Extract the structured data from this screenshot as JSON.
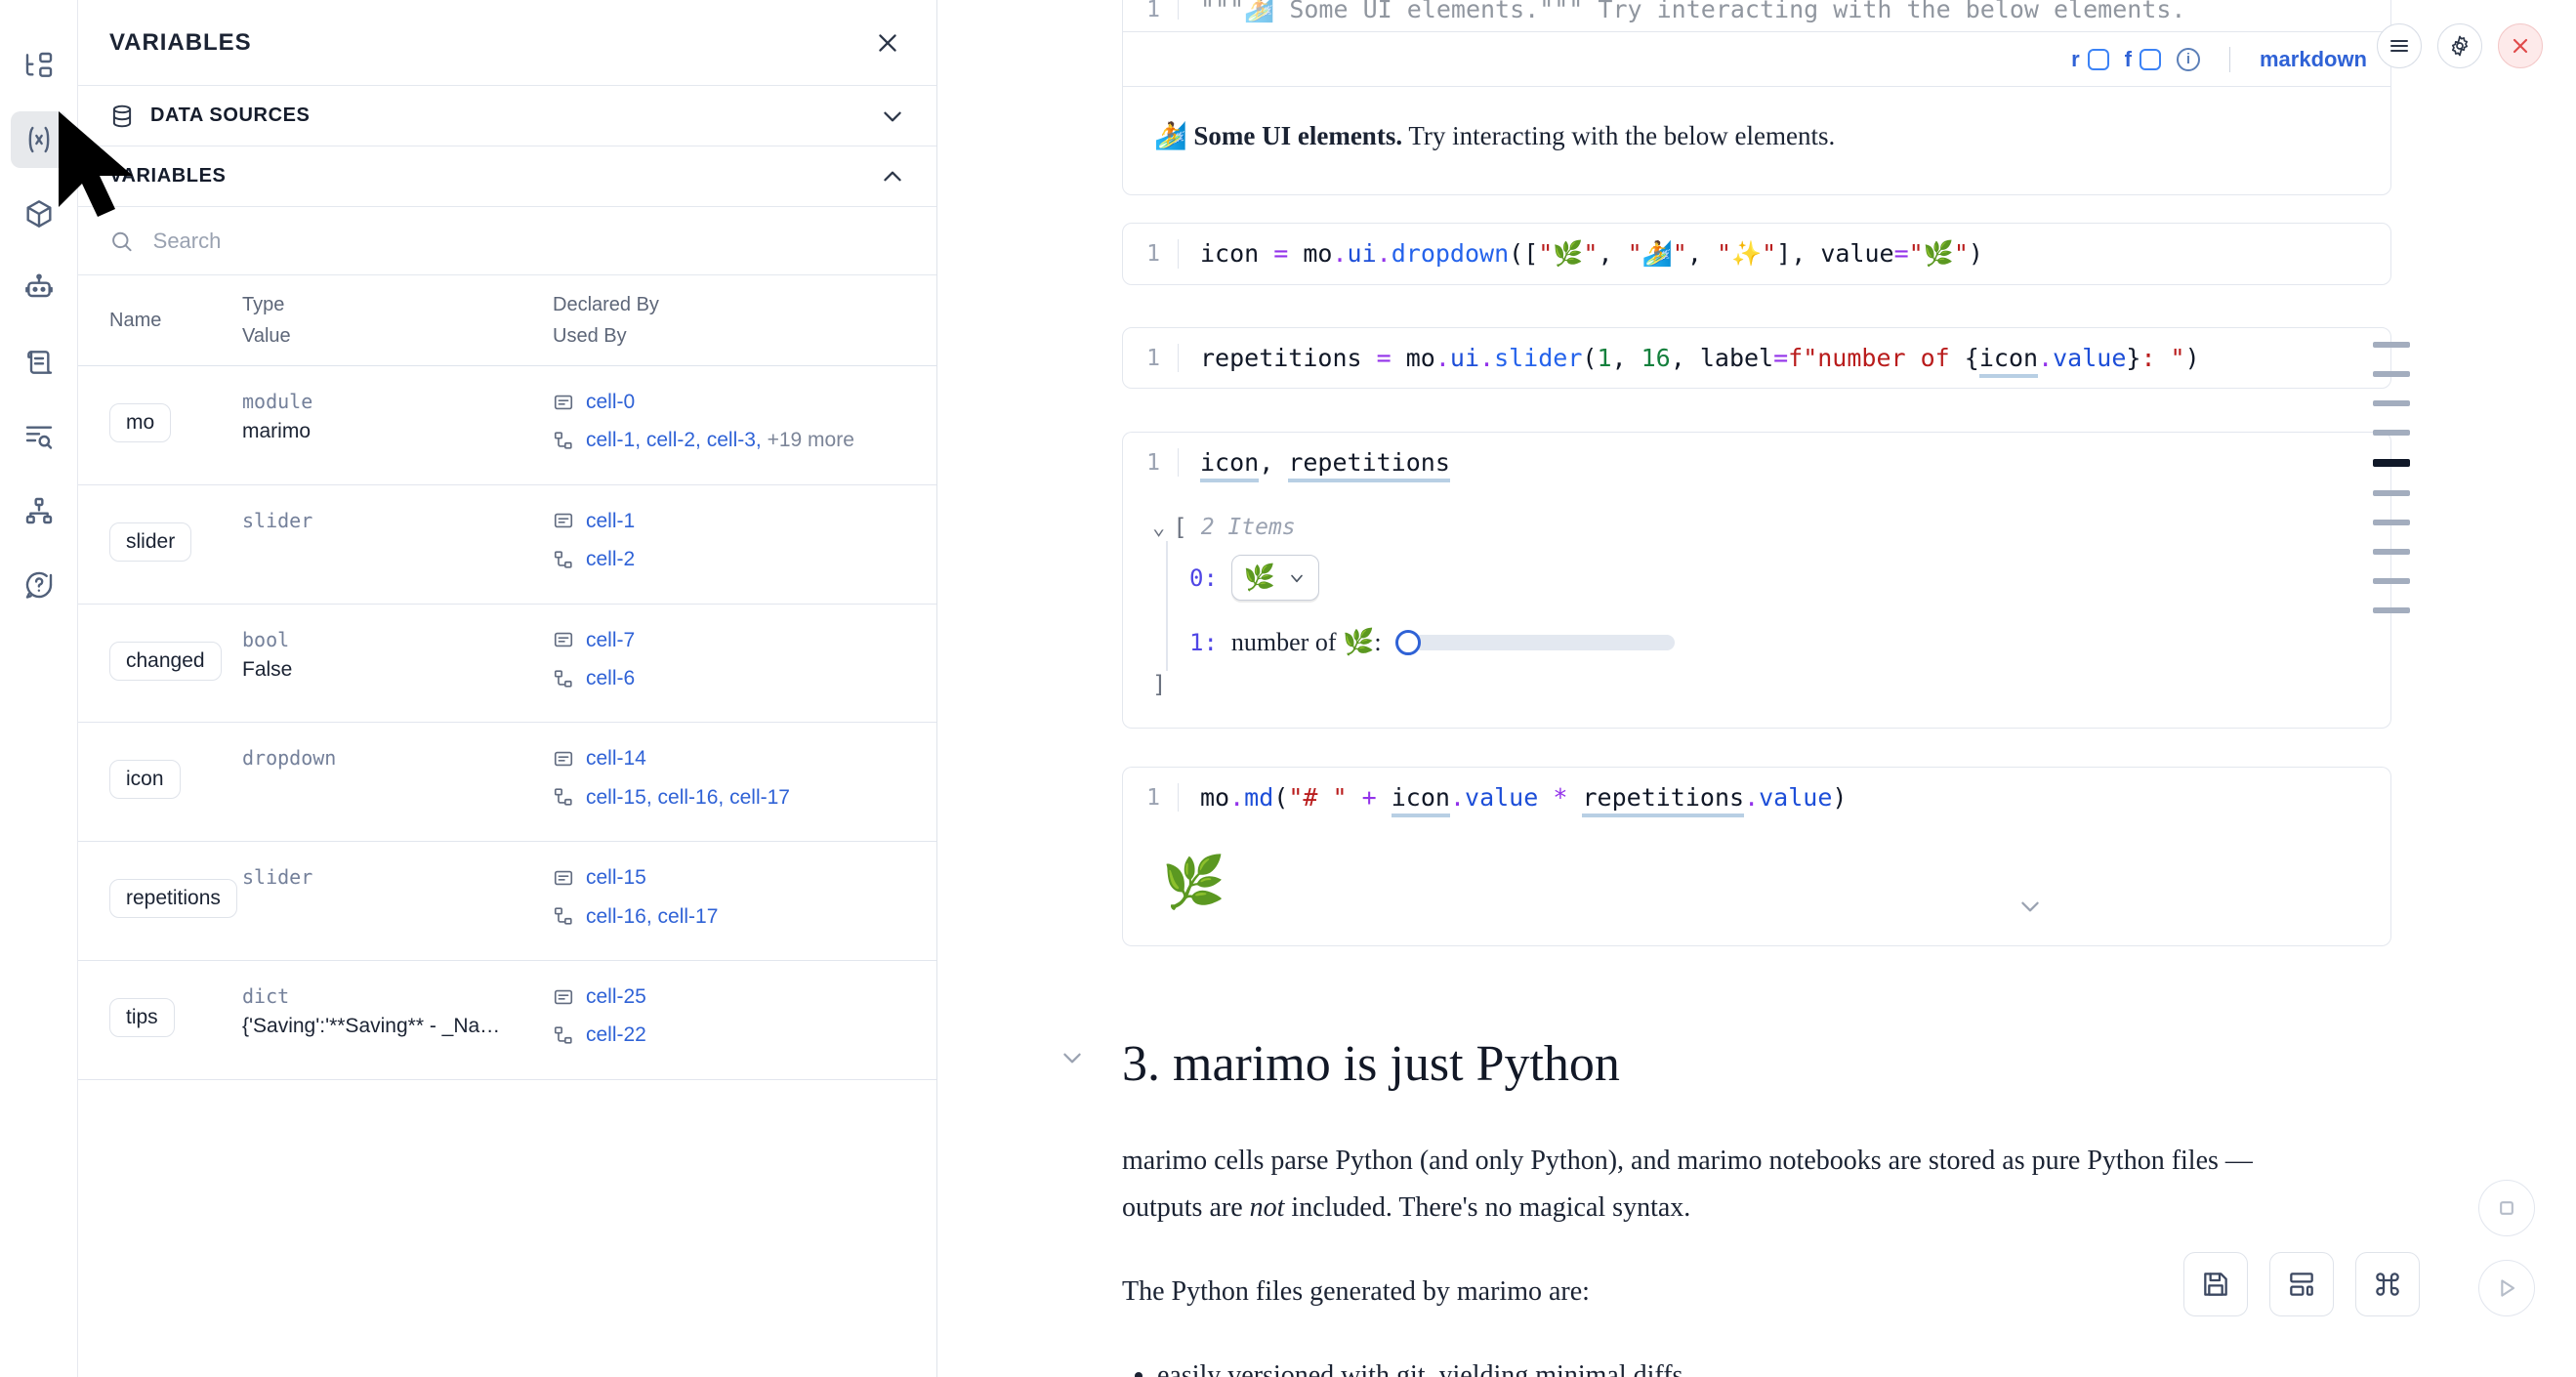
{
  "rail": {
    "items": [
      {
        "name": "file-tree-icon",
        "label": "Explorer"
      },
      {
        "name": "variables-icon",
        "label": "Variables",
        "active": true
      },
      {
        "name": "package-icon",
        "label": "Packages"
      },
      {
        "name": "robot-icon",
        "label": "Assistant"
      },
      {
        "name": "scroll-icon",
        "label": "Outline"
      },
      {
        "name": "logs-search-icon",
        "label": "Logs"
      },
      {
        "name": "dependency-graph-icon",
        "label": "Dependencies"
      },
      {
        "name": "help-icon",
        "label": "Help"
      }
    ]
  },
  "panel": {
    "title": "VARIABLES",
    "close_label": "×",
    "sections": [
      {
        "label": "DATA SOURCES",
        "expanded": false
      },
      {
        "label": "VARIABLES",
        "expanded": true
      }
    ],
    "search": {
      "value": "",
      "placeholder": "Search"
    },
    "columns": {
      "name": "Name",
      "type": "Type",
      "value": "Value",
      "declared_by": "Declared By",
      "used_by": "Used By"
    },
    "rows": [
      {
        "name": "mo",
        "type": "module",
        "value": "marimo",
        "declared_by": [
          "cell-0"
        ],
        "used_by": [
          "cell-1",
          "cell-2",
          "cell-3"
        ],
        "used_by_more": "+19 more"
      },
      {
        "name": "slider",
        "type": "slider",
        "value": "",
        "declared_by": [
          "cell-1"
        ],
        "used_by": [
          "cell-2"
        ],
        "used_by_more": ""
      },
      {
        "name": "changed",
        "type": "bool",
        "value": "False",
        "declared_by": [
          "cell-7"
        ],
        "used_by": [
          "cell-6"
        ],
        "used_by_more": ""
      },
      {
        "name": "icon",
        "type": "dropdown",
        "value": "",
        "declared_by": [
          "cell-14"
        ],
        "used_by": [
          "cell-15",
          "cell-16",
          "cell-17"
        ],
        "used_by_more": ""
      },
      {
        "name": "repetitions",
        "type": "slider",
        "value": "",
        "declared_by": [
          "cell-15"
        ],
        "used_by": [
          "cell-16",
          "cell-17"
        ],
        "used_by_more": ""
      },
      {
        "name": "tips",
        "type": "dict",
        "value": "{'Saving':'**Saving** - _Na…",
        "declared_by": [
          "cell-25"
        ],
        "used_by": [
          "cell-22"
        ],
        "used_by_more": ""
      }
    ]
  },
  "notebook": {
    "top_cell": {
      "line_number": "1",
      "code_fragment": "\"\"\"🏄 Some UI elements.\"\"\" Try interacting with the below elements.",
      "toolbar": {
        "r_label": "r",
        "f_label": "f",
        "info_label": "i",
        "language": "markdown"
      },
      "output_bold": "🏄 Some UI elements.",
      "output_rest": " Try interacting with the below elements."
    },
    "cells": [
      {
        "line_number": "1",
        "code_html": "icon = mo.ui.dropdown([\"🌿\", \"🏄\", \"✨\"], value=\"🌿\")"
      },
      {
        "line_number": "1",
        "code_html": "repetitions = mo.ui.slider(1, 16, label=f\"number of {icon.value}: \")"
      },
      {
        "line_number": "1",
        "code_html": "icon, repetitions"
      },
      {
        "line_number": "1",
        "code_html": "mo.md(\"# \" + icon.value * repetitions.value)"
      }
    ],
    "object_output": {
      "bracket_open": "[",
      "items_label": "2 Items",
      "bracket_close": "]",
      "rows": [
        {
          "index": "0:",
          "kind": "dropdown",
          "value_emoji": "🌿"
        },
        {
          "index": "1:",
          "kind": "slider",
          "label": "number of 🌿:"
        }
      ]
    },
    "leaf_output": "🌿",
    "section": {
      "heading": "3. marimo is just Python",
      "paragraphs": [
        "marimo cells parse Python (and only Python), and marimo notebooks are stored as pure Python files — outputs are not included. There's no magical syntax.",
        "The Python files generated by marimo are:"
      ],
      "italic_word": "not",
      "bullets": [
        "easily versioned with git, yielding minimal diffs"
      ]
    }
  },
  "minimap": {
    "ticks": [
      {
        "active": false
      },
      {
        "active": false
      },
      {
        "active": false
      },
      {
        "active": false
      },
      {
        "active": true
      },
      {
        "active": false
      },
      {
        "active": false
      },
      {
        "active": false
      },
      {
        "active": false
      },
      {
        "active": false
      }
    ]
  },
  "fabs": [
    {
      "name": "save-button",
      "label": "Save"
    },
    {
      "name": "layout-button",
      "label": "Layout"
    },
    {
      "name": "command-palette-button",
      "label": "Commands"
    }
  ],
  "round_fabs": [
    {
      "name": "stop-button",
      "label": "Stop"
    },
    {
      "name": "run-button",
      "label": "Run"
    }
  ],
  "colors": {
    "accent_link": "#2f62d6",
    "danger": "#e04a4a",
    "muted": "#74809a",
    "minimap_active": "#101828"
  }
}
